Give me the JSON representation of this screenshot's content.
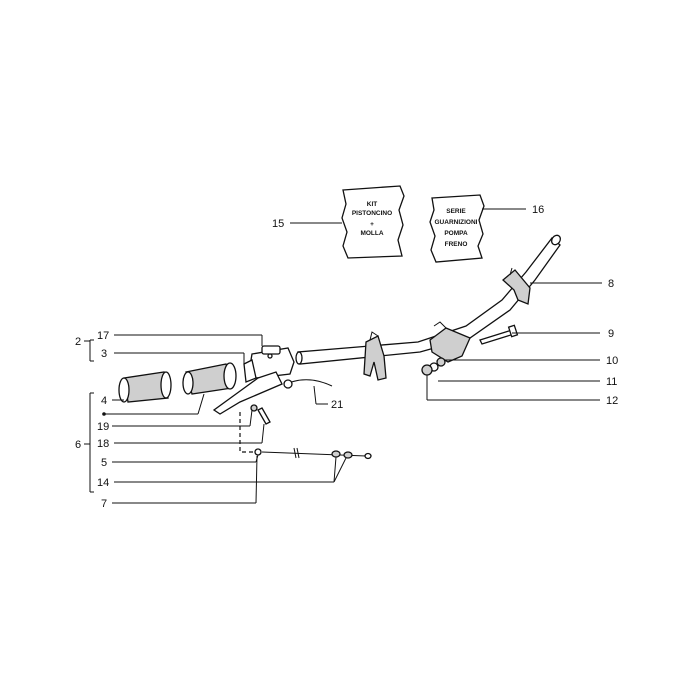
{
  "bags": {
    "left_lines": [
      "KIT",
      "PISTONCINO",
      "+",
      "MOLLA"
    ],
    "right_lines": [
      "SERIE",
      "GUARNIZIONI",
      "POMPA",
      "FRENO"
    ]
  },
  "labels": {
    "l15": "15",
    "l16": "16",
    "l8": "8",
    "l2": "2",
    "l17": "17",
    "l3": "3",
    "l9": "9",
    "l10": "10",
    "l11": "11",
    "l12": "12",
    "l4": "4",
    "l21": "21",
    "l6": "6",
    "l19": "19",
    "l18": "18",
    "l5": "5",
    "l14": "14",
    "l7": "7"
  },
  "colors": {
    "ink": "#111111",
    "paper": "#ffffff",
    "shade": "#cfcfcf"
  }
}
